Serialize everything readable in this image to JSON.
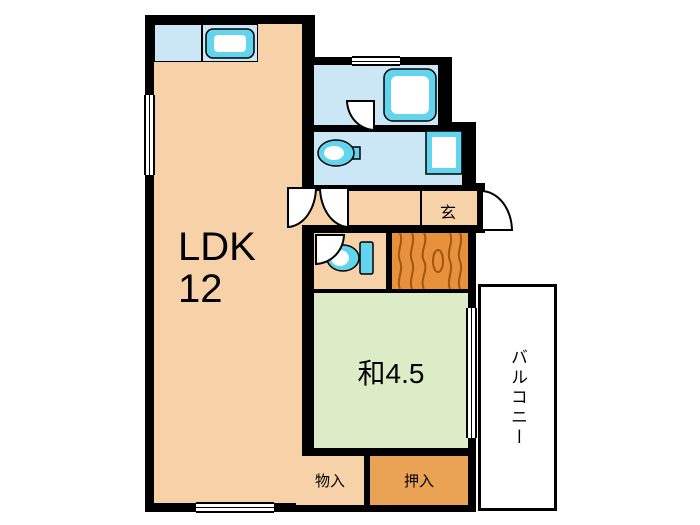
{
  "colors": {
    "wall": "#000000",
    "floor": "#f7d1a7",
    "tatami": "#dcecc6",
    "water": "#cbe7f5",
    "fixture": "#63d4ee",
    "wood": "#e8913c",
    "grain": "#a25410",
    "closet": "#eaa254",
    "bg": "#ffffff"
  },
  "rooms": {
    "ldk": {
      "name": "LDK",
      "size": "12"
    },
    "washitsu": {
      "label": "和4.5"
    },
    "balcony": {
      "label": "バルコニー"
    },
    "genkan": {
      "label": "玄"
    },
    "storage": {
      "label": "物入"
    },
    "closet": {
      "label": "押入"
    }
  }
}
